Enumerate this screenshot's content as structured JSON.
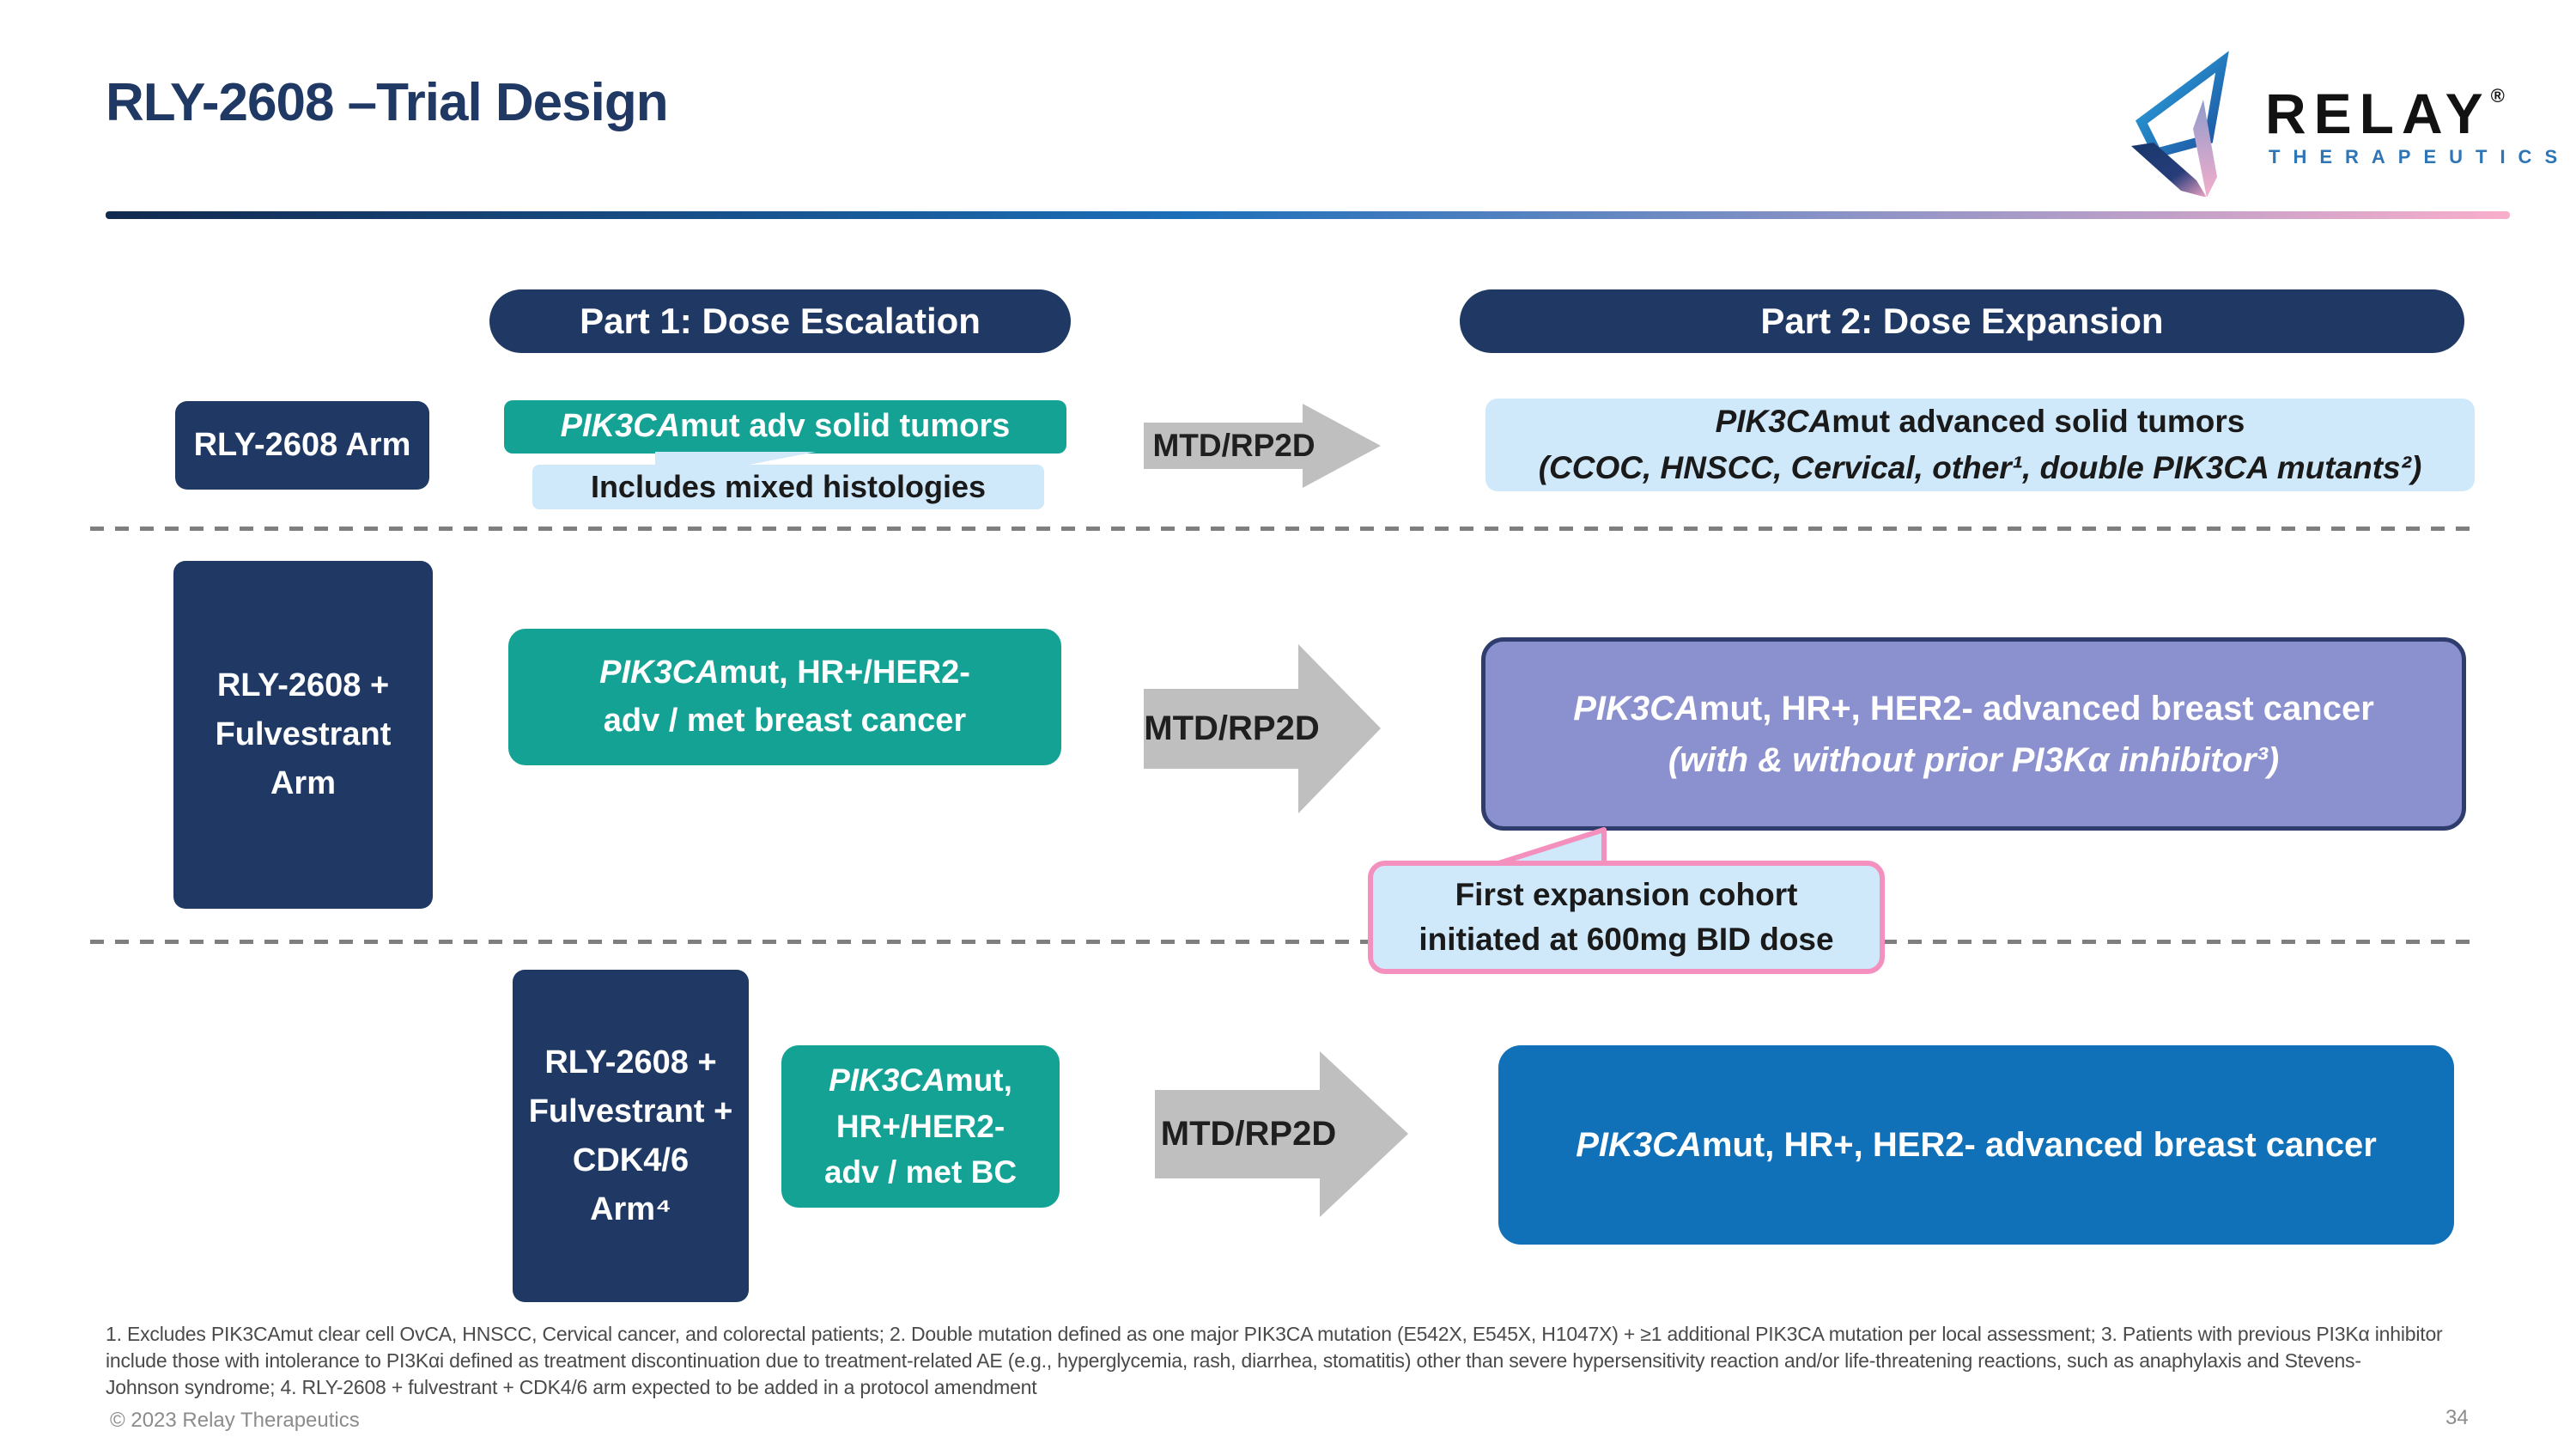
{
  "colors": {
    "navy": "#1F3864",
    "teal": "#14A294",
    "light_blue": "#CFE8FA",
    "periwinkle": "#8B90CE",
    "periwinkle_border": "#2F3C6E",
    "azure": "#1070B8",
    "arrow_gray": "#BFBFBF",
    "arrow_text": "#1F1F1F",
    "pink": "#F490BE",
    "dash_gray": "#7F7F7F",
    "text_dark": "#1A1A1A",
    "title_navy": "#1F3864",
    "brand_blue": "#2E75B6",
    "footnote_gray": "#4A4A4A",
    "footer_gray": "#8C8C8C",
    "divider_gradient": [
      "#122A4E",
      "#1C6FB9",
      "#8A93C6",
      "#F9AECB"
    ]
  },
  "header": {
    "title": "RLY-2608 –Trial Design",
    "logo": {
      "brand": "RELAY",
      "registered": "®",
      "subbrand": "THERAPEUTICS"
    }
  },
  "columns": {
    "part1": "Part 1: Dose Escalation",
    "part2": "Part 2: Dose Expansion"
  },
  "row1": {
    "arm": "RLY-2608 Arm",
    "escalation": {
      "gene": "PIK3CA",
      "rest": "mut adv solid tumors"
    },
    "note": "Includes mixed histologies",
    "arrow": "MTD/RP2D",
    "expansion": {
      "gene": "PIK3CA",
      "rest": "mut advanced solid tumors",
      "detail": "(CCOC, HNSCC, Cervical, other¹, double PIK3CA mutants²)"
    }
  },
  "row2": {
    "arm_lines": [
      "RLY-2608 +",
      "Fulvestrant",
      "Arm"
    ],
    "escalation": {
      "gene": "PIK3CA",
      "rest": "mut, HR+/HER2-",
      "line2": "adv / met breast cancer"
    },
    "arrow": "MTD/RP2D",
    "expansion": {
      "gene": "PIK3CA",
      "rest": "mut, HR+, HER2- advanced breast cancer",
      "detail": "(with & without prior PI3Kα inhibitor³)"
    }
  },
  "callout": {
    "line1": "First expansion cohort",
    "line2": "initiated at 600mg BID dose"
  },
  "row3": {
    "arm_lines": [
      "RLY-2608 +",
      "Fulvestrant +",
      "CDK4/6",
      "Arm⁴"
    ],
    "escalation": {
      "gene": "PIK3CA",
      "rest": "mut,",
      "line2": "HR+/HER2-",
      "line3": "adv / met BC"
    },
    "arrow": "MTD/RP2D",
    "expansion": {
      "gene": "PIK3CA",
      "rest": "mut, HR+, HER2- advanced breast cancer"
    }
  },
  "footnotes": [
    "1. Excludes PIK3CAmut clear cell OvCA, HNSCC, Cervical cancer, and colorectal patients; 2. Double mutation defined as one major PIK3CA mutation (E542X, E545X, H1047X) + ≥1 additional PIK3CA mutation per local assessment; 3. Patients with previous PI3Kα inhibitor",
    "include those with intolerance to PI3Kαi defined as treatment discontinuation due to treatment-related AE (e.g., hyperglycemia, rash, diarrhea, stomatitis) other than severe hypersensitivity reaction and/or life-threatening reactions, such as anaphylaxis and Stevens-",
    "Johnson syndrome;  4. RLY-2608 + fulvestrant + CDK4/6 arm expected to be added in a protocol amendment"
  ],
  "footer": {
    "copyright": "© 2023 Relay Therapeutics",
    "page": "34"
  }
}
